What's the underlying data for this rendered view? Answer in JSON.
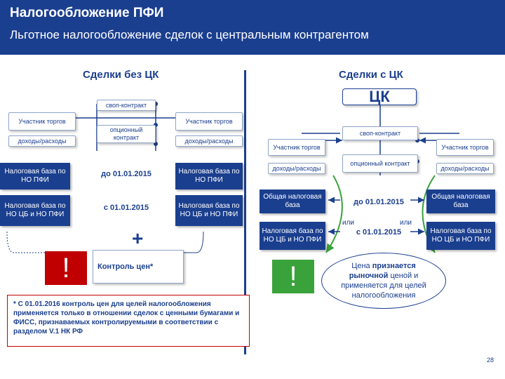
{
  "header": {
    "title": "Налогообложение ПФИ",
    "subtitle": "Льготное налогообложение сделок с центральным контрагентом"
  },
  "left": {
    "title": "Сделки без ЦК",
    "swap": "своп-контракт",
    "option": "опционный контракт",
    "participant_left": "Участник торгов",
    "participant_right": "Участник торгов",
    "income_left": "доходы/расходы",
    "income_right": "доходы/расходы",
    "base_left_1": "Налоговая база по НО ПФИ",
    "date_1": "до 01.01.2015",
    "base_right_1": "Налоговая база по НО ПФИ",
    "base_left_2": "Налоговая база по НО ЦБ и НО ПФИ",
    "date_2": "с 01.01.2015",
    "base_right_2": "Налоговая база по НО ЦБ и НО ПФИ",
    "plus": "+",
    "exclaim": "!",
    "price_control": "Контроль цен*",
    "footnote": "* С 01.01.2016 контроль цен для целей налогообложения применяется только в отношении сделок с ценными бумагами и ФИСС, признаваемых контролируемыми в соответствии с разделом V.1 НК РФ"
  },
  "right": {
    "title": "Сделки с ЦК",
    "ck": "ЦК",
    "swap": "своп-контракт",
    "option": "опционный контракт",
    "participant_left": "Участник торгов",
    "participant_right": "Участник торгов",
    "income_left": "доходы/расходы",
    "income_right": "доходы/расходы",
    "general_left": "Общая налоговая база",
    "date_1": "до 01.01.2015",
    "general_right": "Общая налоговая база",
    "or_left": "или",
    "or_right": "или",
    "base_left_2": "Налоговая база по НО ЦБ и НО ПФИ",
    "date_2": "с 01.01.2015",
    "base_right_2": "Налоговая база по НО ЦБ и НО ПФИ",
    "exclaim": "!",
    "market_price_pre": "Цена ",
    "market_price_bold": "признается рыночной",
    "market_price_post": " ценой и применяется для целей налогообложения"
  },
  "page_number": "28",
  "colors": {
    "brand": "#1b3f8f",
    "alert": "#c00000",
    "ok": "#3aa23a"
  }
}
